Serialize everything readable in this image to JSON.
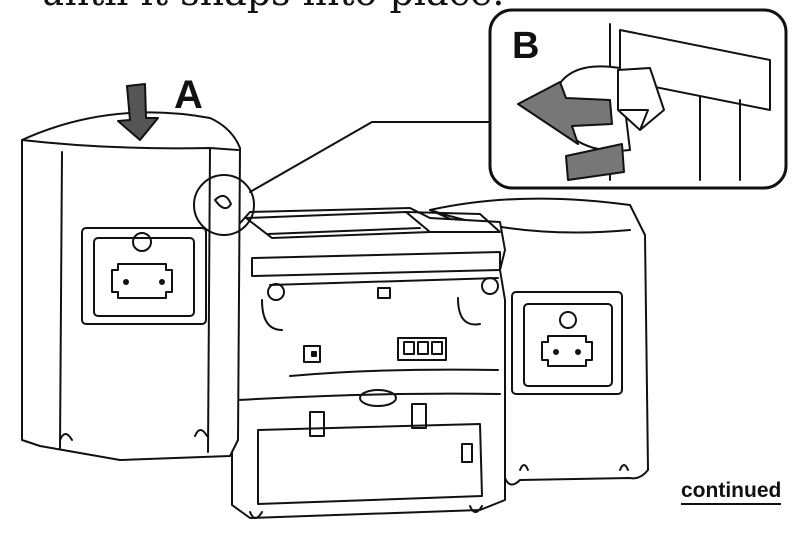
{
  "instruction_fragment": "until it snaps into place.",
  "labels": {
    "a": "A",
    "b": "B"
  },
  "footer": {
    "continued": "continued"
  }
}
